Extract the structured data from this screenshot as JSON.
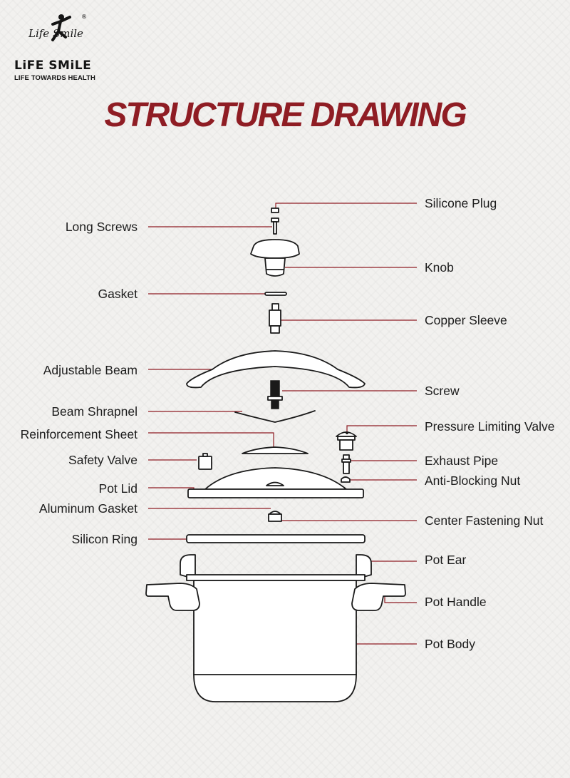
{
  "brand": {
    "logo_script": "Life Smile",
    "registered_mark": "®",
    "name": "LiFE SMiLE",
    "tagline": "LIFE TOWARDS HEALTH"
  },
  "title": "STRUCTURE DRAWING",
  "colors": {
    "accent": "#8f1d24",
    "ink": "#1a1a1a",
    "background": "#f2f1ef"
  },
  "labels": {
    "left": [
      "Long Screws",
      "Gasket",
      "Adjustable Beam",
      "Beam Shrapnel",
      "Reinforcement Sheet",
      "Safety Valve",
      "Pot Lid",
      "Aluminum Gasket",
      "Silicon Ring"
    ],
    "right": [
      "Silicone Plug",
      "Knob",
      "Copper Sleeve",
      "Screw",
      "Pressure Limiting Valve",
      "Exhaust Pipe",
      "Anti-Blocking Nut",
      "Center Fastening Nut",
      "Pot Ear",
      "Pot Handle",
      "Pot Body"
    ]
  }
}
